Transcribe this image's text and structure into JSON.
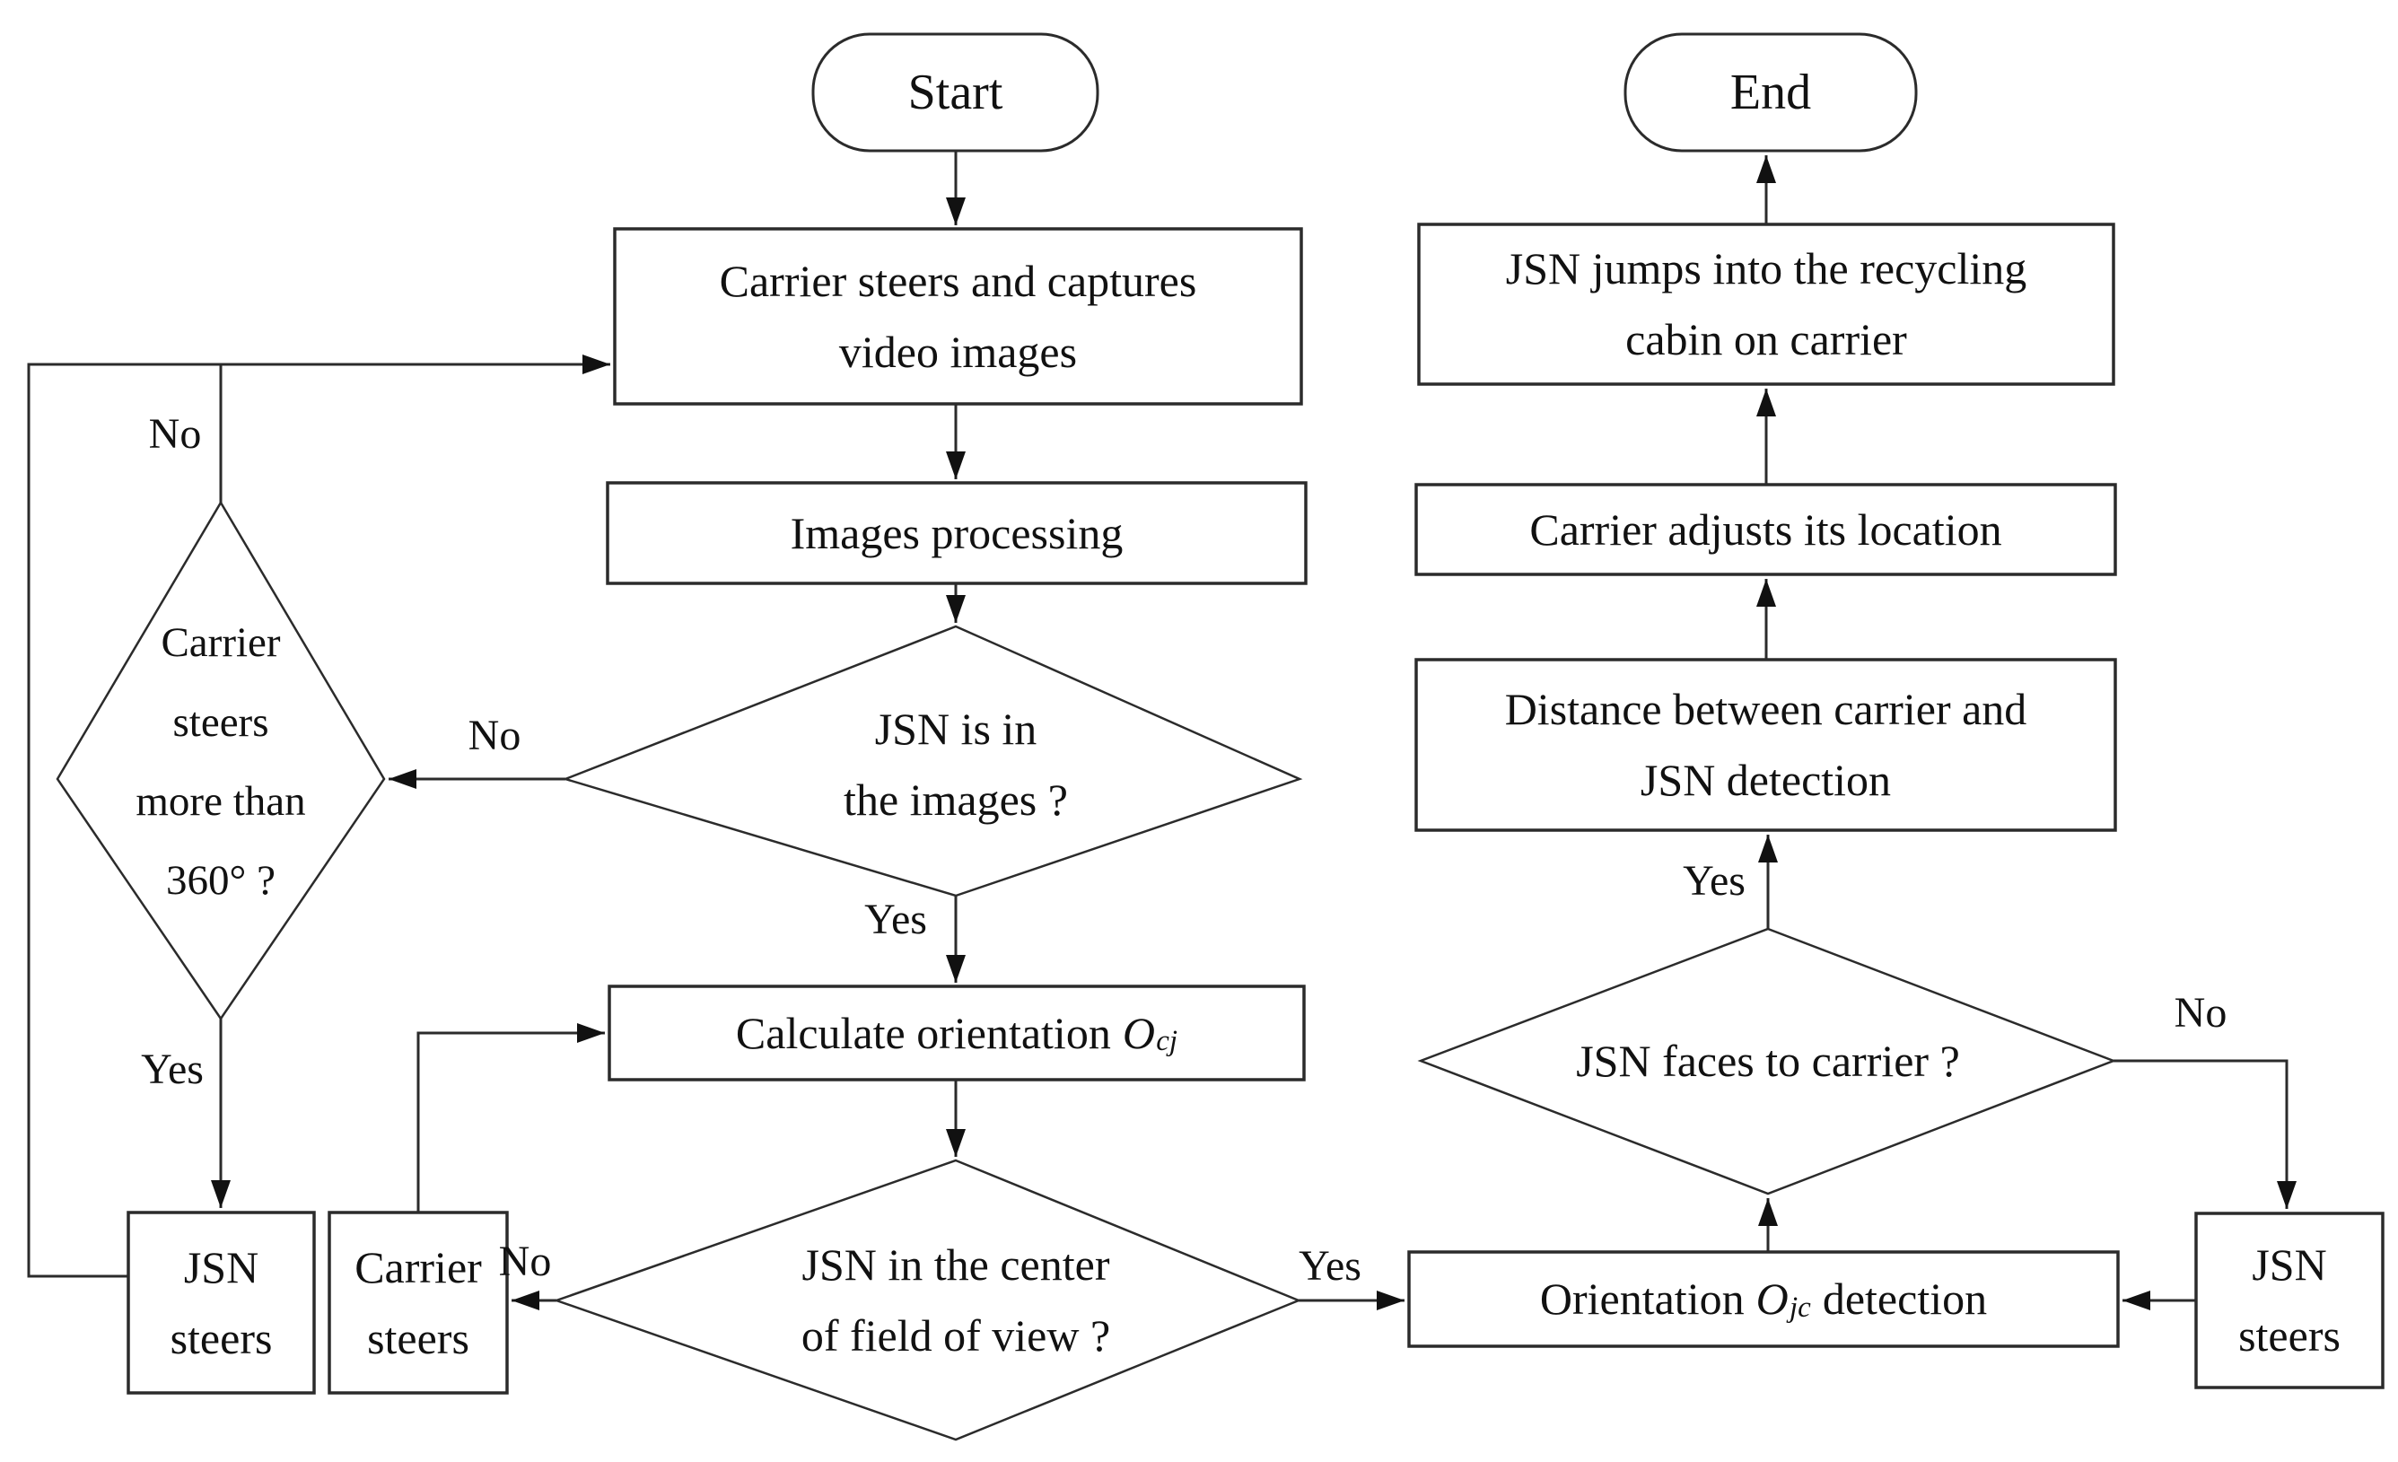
{
  "diagram": {
    "background": "#ffffff",
    "stroke_color": "#2b2b2b",
    "text_color": "#111111",
    "nodes": {
      "start": {
        "label": "Start"
      },
      "capture": {
        "label": "Carrier steers and captures\nvideo images"
      },
      "images_processing": {
        "label": "Images processing"
      },
      "jsn_in_images": {
        "label": "JSN is in\nthe images ?"
      },
      "carrier_360": {
        "label": "Carrier\nsteers\nmore than\n360° ?"
      },
      "jsn_steers_left": {
        "label": "JSN\nsteers"
      },
      "carrier_steers": {
        "label": "Carrier\nsteers"
      },
      "calc_orientation": {
        "prefix": "Calculate orientation",
        "symbol": "O",
        "subscript": "cj"
      },
      "jsn_center_fov": {
        "label": "JSN in the center\nof field of view ?"
      },
      "orientation_detection": {
        "prefix": "Orientation",
        "symbol": "O",
        "subscript": "jc",
        "suffix": "detection"
      },
      "jsn_faces_carrier": {
        "label": "JSN faces to carrier ?"
      },
      "distance_detection": {
        "label": "Distance between carrier and\nJSN detection"
      },
      "carrier_adjusts": {
        "label": "Carrier adjusts its location"
      },
      "jsn_jumps": {
        "label": "JSN jumps into the recycling\ncabin on carrier"
      },
      "jsn_steers_right": {
        "label": "JSN\nsteers"
      },
      "end": {
        "label": "End"
      }
    },
    "edge_labels": {
      "no_loop": "No",
      "yes_360": "Yes",
      "no_in_images": "No",
      "yes_in_images": "Yes",
      "no_center": "No",
      "yes_center": "Yes",
      "yes_faces": "Yes",
      "no_faces": "No"
    }
  }
}
